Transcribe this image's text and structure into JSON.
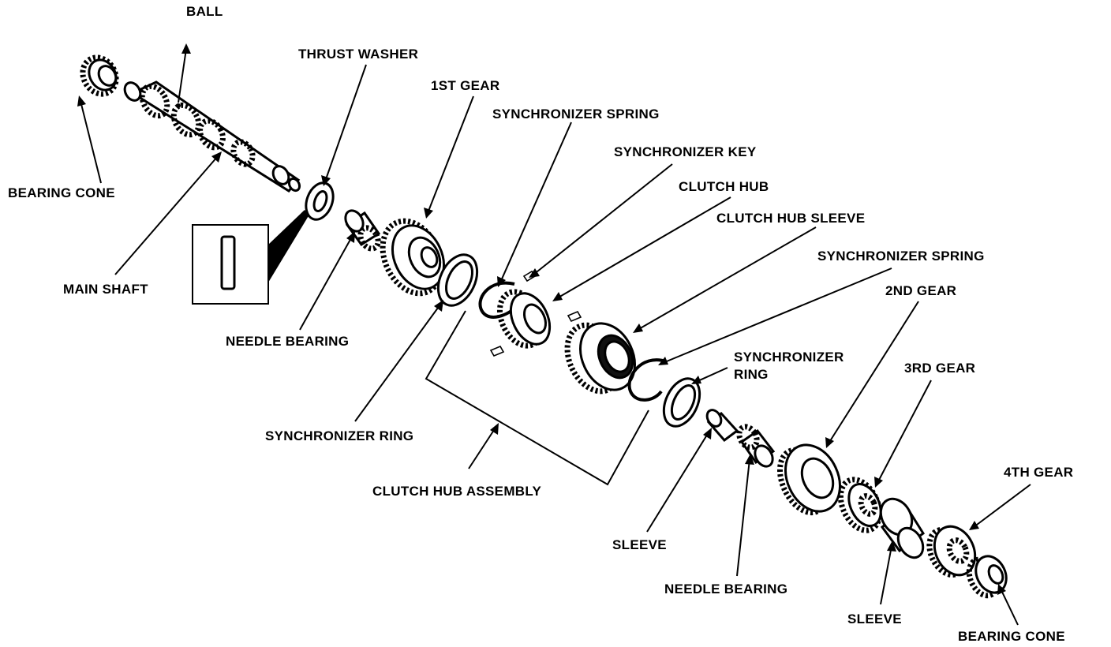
{
  "labels": {
    "ball": "BALL",
    "thrust_washer": "THRUST WASHER",
    "first_gear": "1ST GEAR",
    "synchronizer_spring_1": "SYNCHRONIZER SPRING",
    "synchronizer_key": "SYNCHRONIZER KEY",
    "clutch_hub": "CLUTCH HUB",
    "clutch_hub_sleeve": "CLUTCH HUB SLEEVE",
    "synchronizer_spring_2": "SYNCHRONIZER SPRING",
    "second_gear": "2ND GEAR",
    "synchronizer_ring_2_line1": "SYNCHRONIZER",
    "synchronizer_ring_2_line2": "RING",
    "third_gear": "3RD GEAR",
    "fourth_gear": "4TH GEAR",
    "bearing_cone_1": "BEARING CONE",
    "main_shaft": "MAIN SHAFT",
    "needle_bearing_1": "NEEDLE BEARING",
    "synchronizer_ring_1": "SYNCHRONIZER RING",
    "clutch_hub_assembly": "CLUTCH HUB ASSEMBLY",
    "sleeve_1": "SLEEVE",
    "needle_bearing_2": "NEEDLE BEARING",
    "sleeve_2": "SLEEVE",
    "bearing_cone_2": "BEARING CONE"
  }
}
